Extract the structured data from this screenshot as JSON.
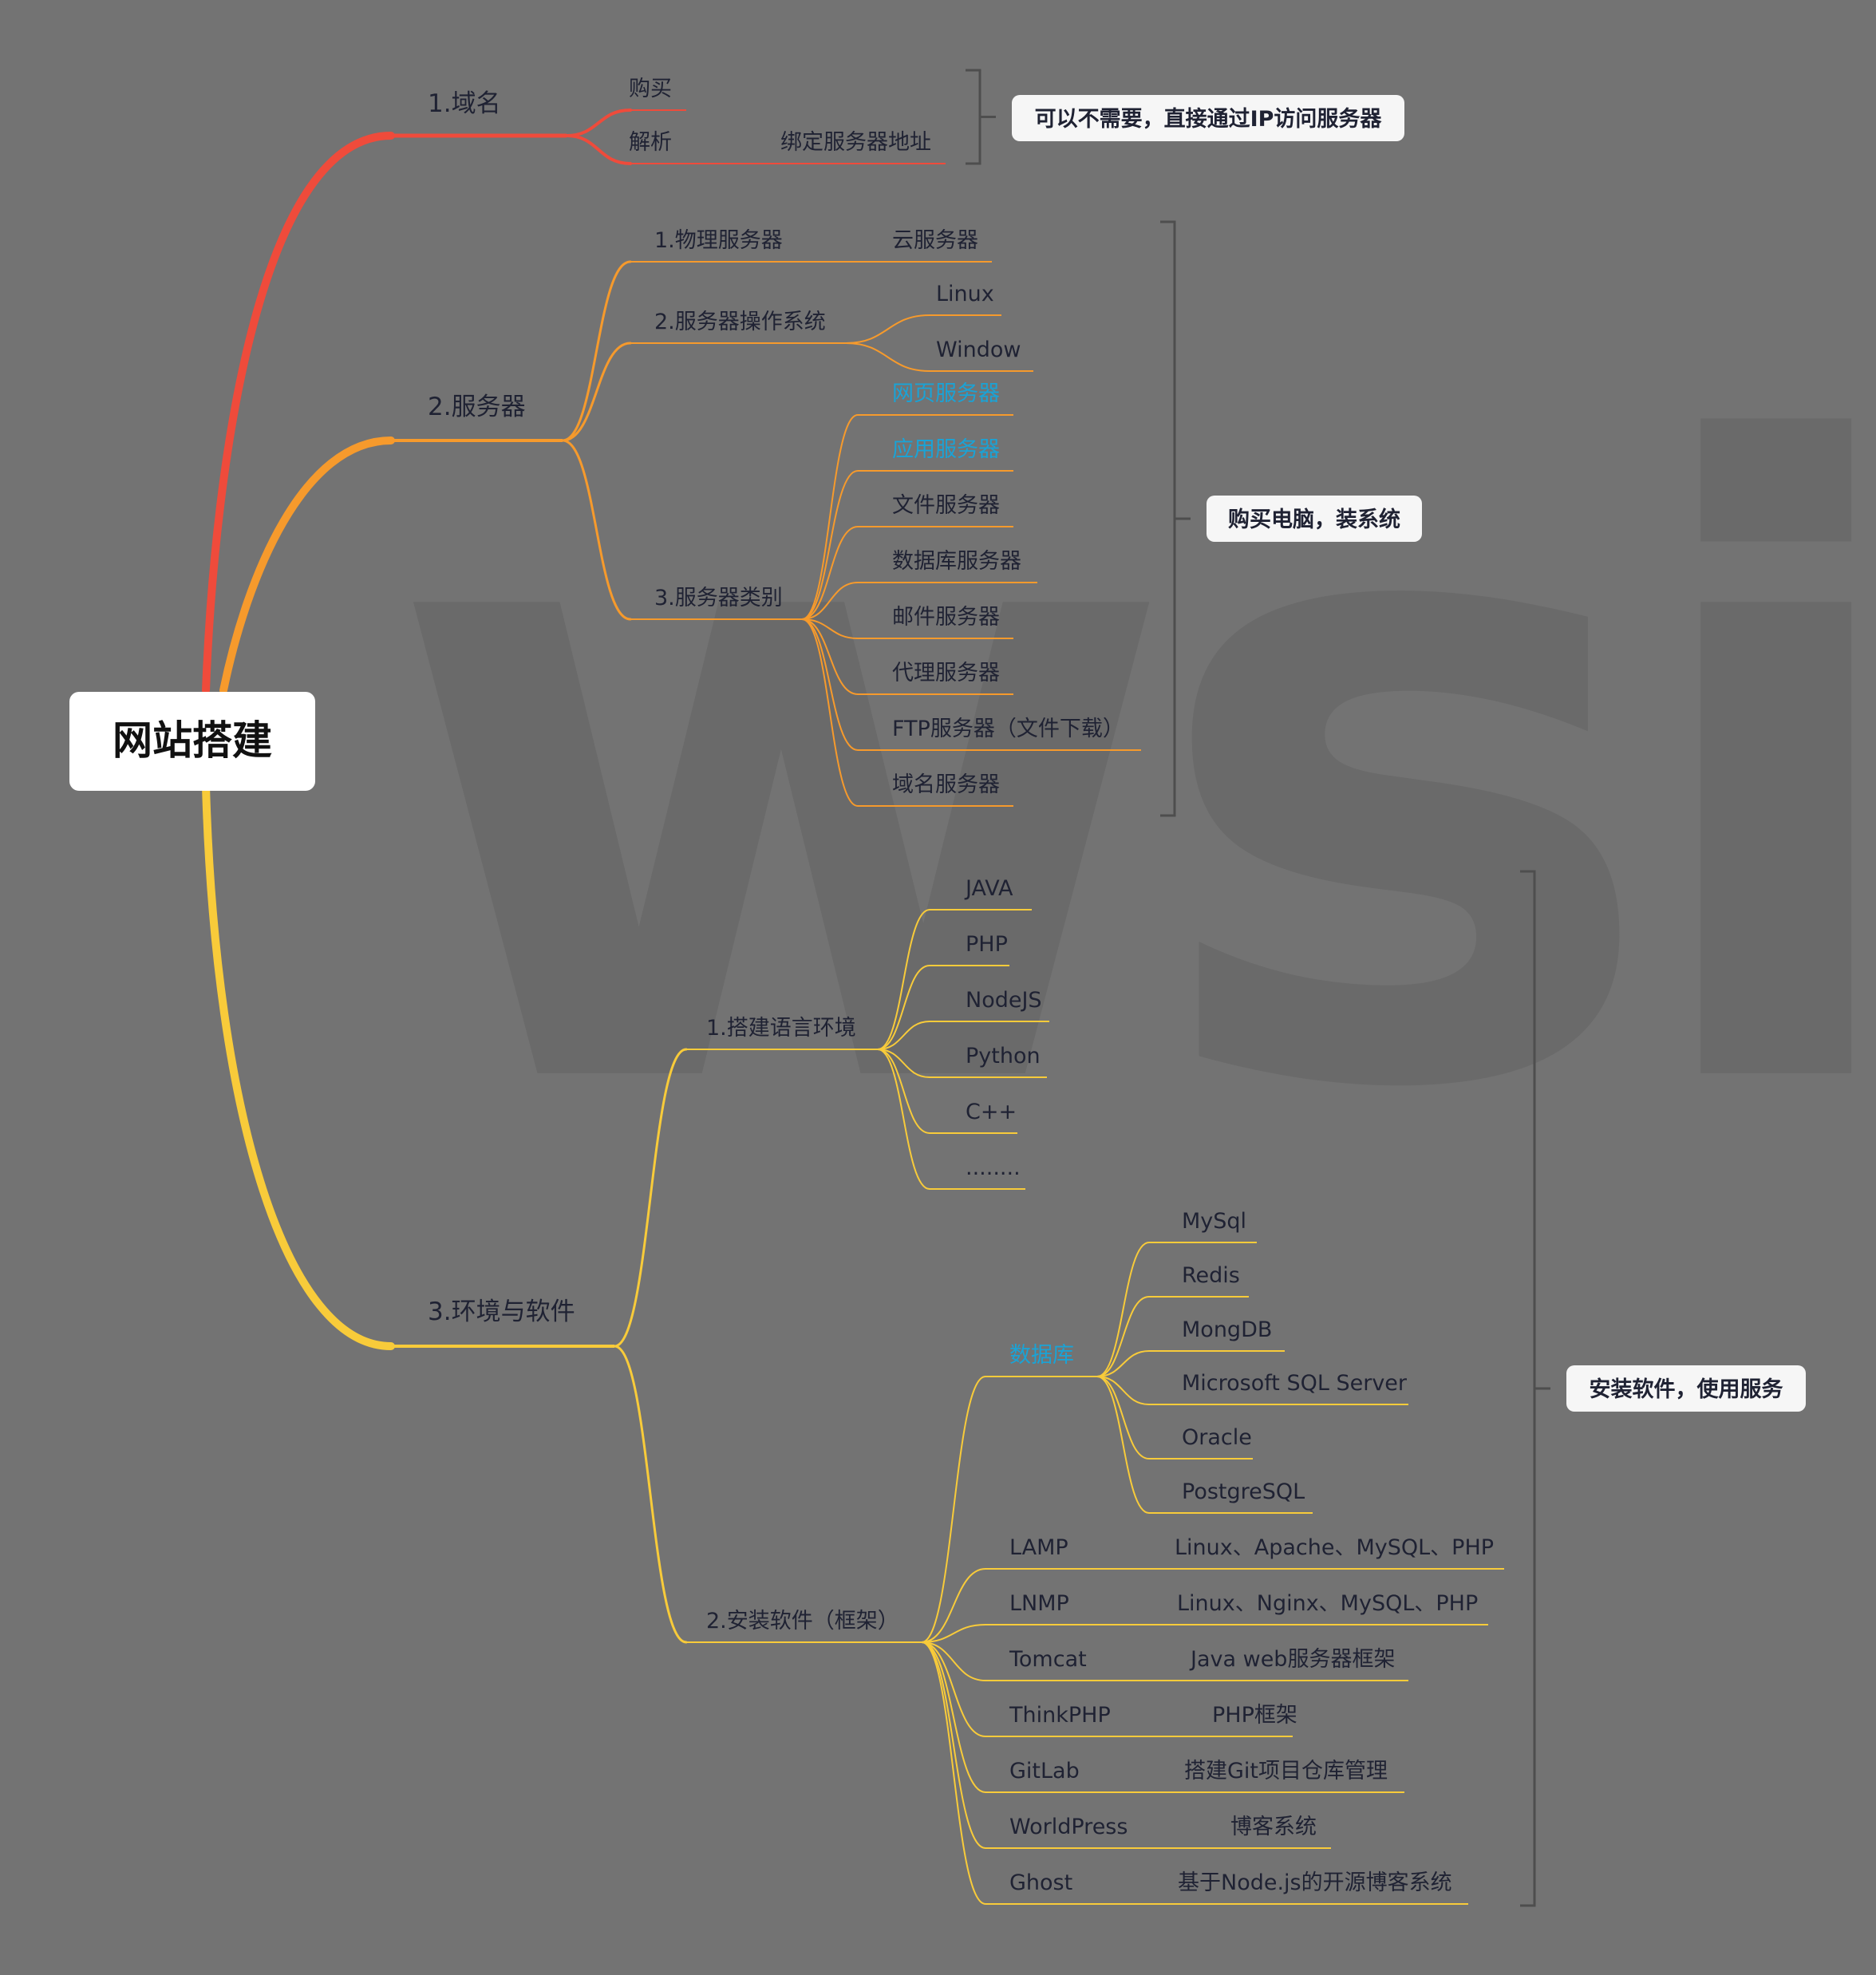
{
  "colors": {
    "background": "#737373",
    "branch1": "#ef4b3b",
    "branch2": "#f69a2c",
    "branch3": "#f8cb3a",
    "text": "#1f2233",
    "highlight": "#1aa3d6",
    "bracket": "#4e4e4e",
    "card": "#f6f6f6",
    "watermark": "#6a6a6a"
  },
  "watermark": "wsii",
  "root": {
    "label": "网站搭建"
  },
  "branches": [
    {
      "label": "1.域名",
      "children": [
        {
          "label": "购买"
        },
        {
          "label": "解析",
          "children": [
            {
              "label": "绑定服务器地址"
            }
          ]
        }
      ],
      "summary": "可以不需要，直接通过IP访问服务器"
    },
    {
      "label": "2.服务器",
      "children": [
        {
          "label": "1.物理服务器",
          "children": [
            {
              "label": "云服务器"
            }
          ]
        },
        {
          "label": "2.服务器操作系统",
          "children": [
            {
              "label": "Linux"
            },
            {
              "label": "Window"
            }
          ]
        },
        {
          "label": "3.服务器类别",
          "children": [
            {
              "label": "网页服务器",
              "highlight": true
            },
            {
              "label": "应用服务器",
              "highlight": true
            },
            {
              "label": "文件服务器"
            },
            {
              "label": "数据库服务器"
            },
            {
              "label": "邮件服务器"
            },
            {
              "label": "代理服务器"
            },
            {
              "label": "FTP服务器（文件下载）"
            },
            {
              "label": "域名服务器"
            }
          ]
        }
      ],
      "summary": "购买电脑，装系统"
    },
    {
      "label": "3.环境与软件",
      "children": [
        {
          "label": "1.搭建语言环境",
          "children": [
            {
              "label": "JAVA"
            },
            {
              "label": "PHP"
            },
            {
              "label": "NodeJS"
            },
            {
              "label": "Python"
            },
            {
              "label": "C++"
            },
            {
              "label": "........"
            }
          ]
        },
        {
          "label": "2.安装软件（框架）",
          "children": [
            {
              "label": "数据库",
              "highlight": true,
              "children": [
                {
                  "label": "MySql"
                },
                {
                  "label": "Redis"
                },
                {
                  "label": "MongDB"
                },
                {
                  "label": "Microsoft SQL Server"
                },
                {
                  "label": "Oracle"
                },
                {
                  "label": "PostgreSQL"
                }
              ]
            },
            {
              "label": "LAMP",
              "children": [
                {
                  "label": "Linux、Apache、MySQL、PHP"
                }
              ]
            },
            {
              "label": "LNMP",
              "children": [
                {
                  "label": "Linux、Nginx、MySQL、PHP"
                }
              ]
            },
            {
              "label": "Tomcat",
              "children": [
                {
                  "label": "Java web服务器框架"
                }
              ]
            },
            {
              "label": "ThinkPHP",
              "children": [
                {
                  "label": "PHP框架"
                }
              ]
            },
            {
              "label": "GitLab",
              "children": [
                {
                  "label": "搭建Git项目仓库管理"
                }
              ]
            },
            {
              "label": "WorldPress",
              "children": [
                {
                  "label": "博客系统"
                }
              ]
            },
            {
              "label": "Ghost",
              "children": [
                {
                  "label": "基于Node.js的开源博客系统"
                }
              ]
            }
          ]
        }
      ],
      "summary": "安装软件，使用服务"
    }
  ]
}
